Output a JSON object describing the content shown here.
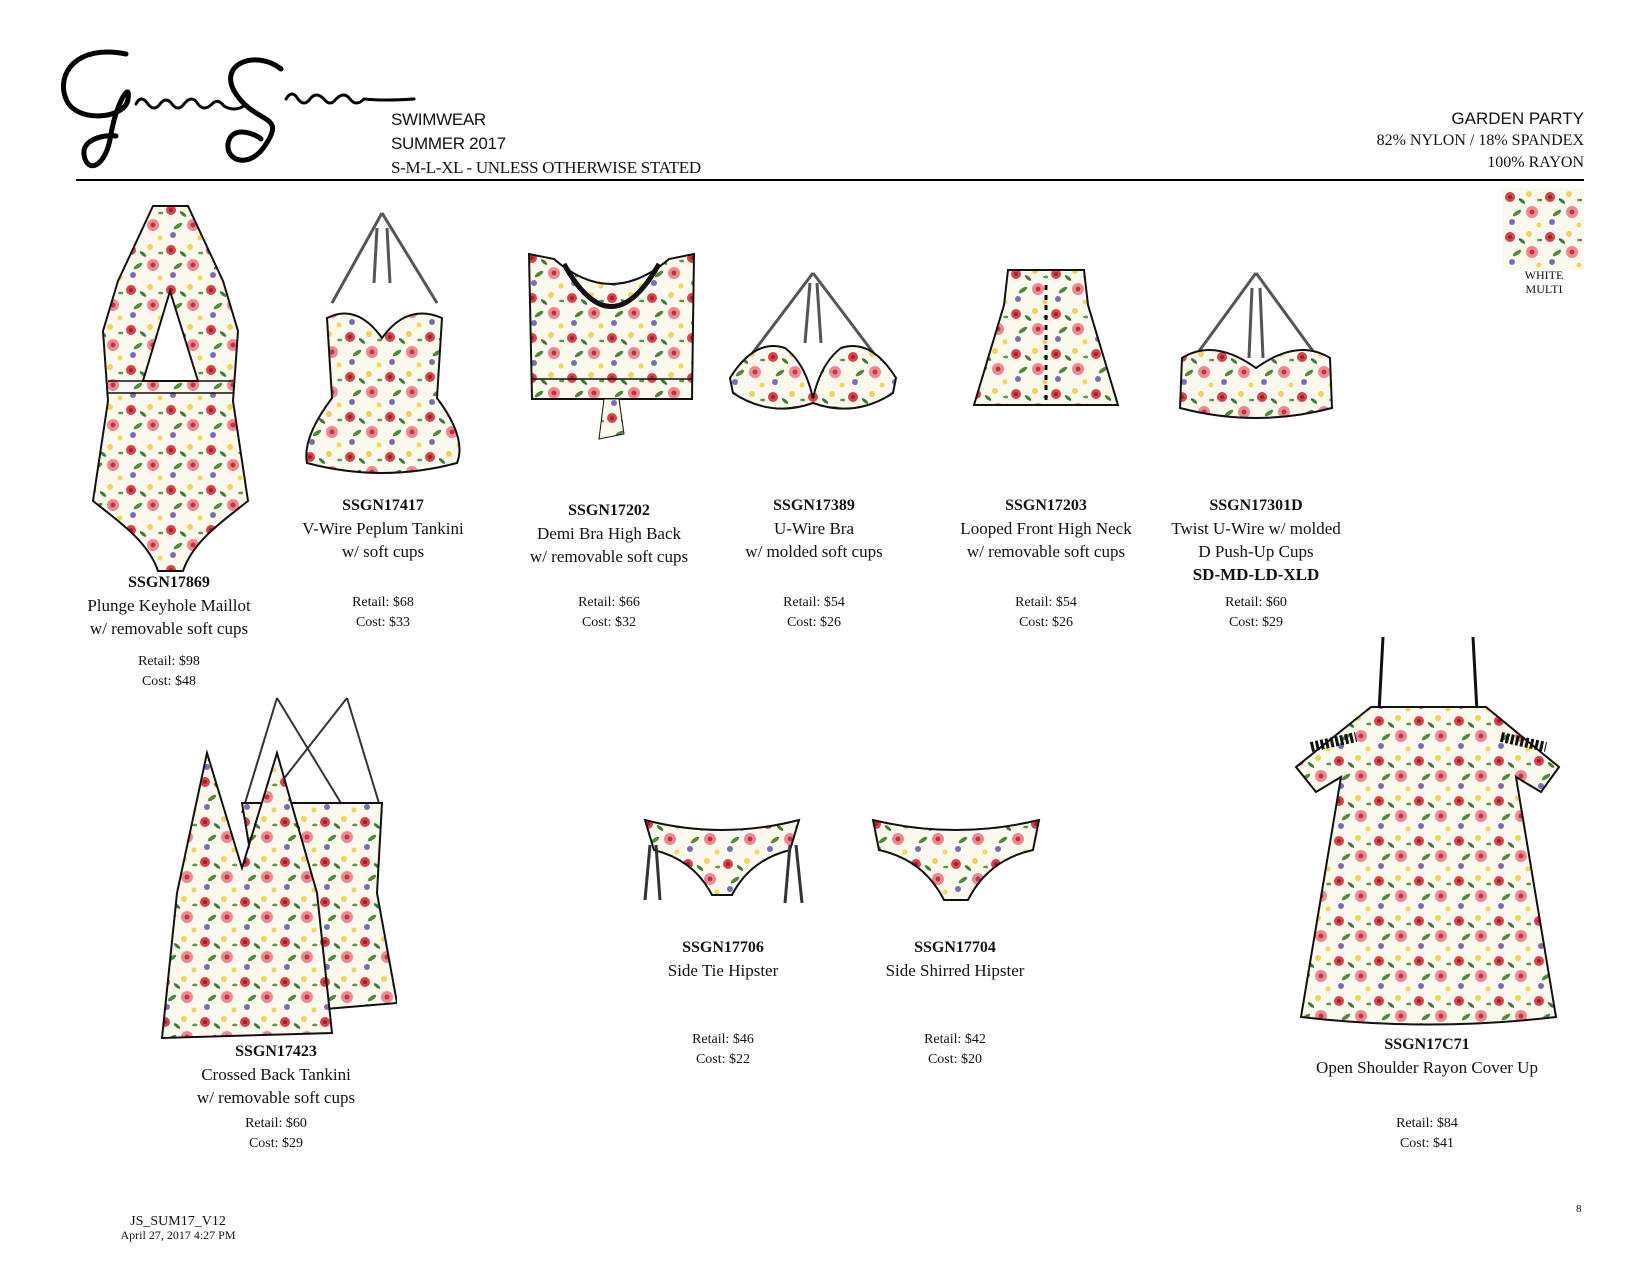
{
  "brand": {
    "logo_text": "Jessica Simpson"
  },
  "header": {
    "category": "SWIMWEAR",
    "season": "SUMMER 2017",
    "sizes": "S-M-L-XL - UNLESS OTHERWISE STATED",
    "group": "GARDEN PARTY",
    "fabric_1": "82% NYLON / 18% SPANDEX",
    "fabric_2": "100% RAYON"
  },
  "swatch": {
    "line1": "WHITE",
    "line2": "MULTI",
    "colors": [
      "#c8323c",
      "#e8788a",
      "#f2d65a",
      "#4f8a3c",
      "#7a6fb0"
    ]
  },
  "products": [
    {
      "code": "SSGN17869",
      "lines": [
        "Plunge Keyhole Maillot",
        "w/ removable soft cups"
      ],
      "retail": "Retail: $98",
      "cost": "Cost: $48"
    },
    {
      "code": "SSGN17417",
      "lines": [
        "V-Wire Peplum Tankini",
        "w/ soft cups"
      ],
      "retail": "Retail: $68",
      "cost": "Cost: $33"
    },
    {
      "code": "SSGN17202",
      "lines": [
        "Demi Bra High Back",
        "w/ removable soft cups"
      ],
      "retail": "Retail: $66",
      "cost": "Cost: $32"
    },
    {
      "code": "SSGN17389",
      "lines": [
        "U-Wire Bra",
        "w/ molded soft cups"
      ],
      "retail": "Retail: $54",
      "cost": "Cost: $26"
    },
    {
      "code": "SSGN17203",
      "lines": [
        "Looped Front High Neck",
        "w/ removable soft cups"
      ],
      "retail": "Retail: $54",
      "cost": "Cost: $26"
    },
    {
      "code": "SSGN17301D",
      "lines": [
        "Twist U-Wire w/ molded",
        "D Push-Up Cups"
      ],
      "sizes": "SD-MD-LD-XLD",
      "retail": "Retail: $60",
      "cost": "Cost: $29"
    },
    {
      "code": "SSGN17423",
      "lines": [
        "Crossed Back Tankini",
        "w/ removable soft cups"
      ],
      "retail": "Retail: $60",
      "cost": "Cost: $29"
    },
    {
      "code": "SSGN17706",
      "lines": [
        "Side Tie Hipster"
      ],
      "retail": "Retail: $46",
      "cost": "Cost: $22"
    },
    {
      "code": "SSGN17704",
      "lines": [
        "Side Shirred Hipster"
      ],
      "retail": "Retail: $42",
      "cost": "Cost: $20"
    },
    {
      "code": "SSGN17C71",
      "lines": [
        "Open Shoulder Rayon Cover Up"
      ],
      "retail": "Retail: $84",
      "cost": "Cost: $41"
    }
  ],
  "footer": {
    "doc_id": "JS_SUM17_V12",
    "timestamp": "April 27, 2017 4:27 PM",
    "page": "8"
  }
}
